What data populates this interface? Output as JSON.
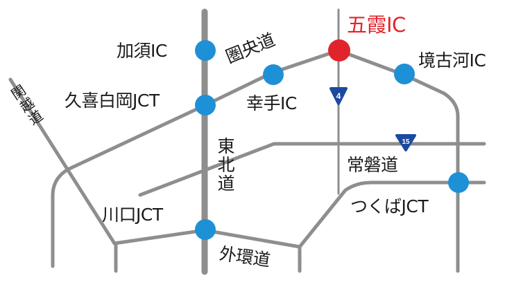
{
  "colors": {
    "road": "#8e8e8e",
    "node": "#1e90d6",
    "highlight_node": "#e0242b",
    "highlight_text": "#e0242b",
    "route_shield": "#1c4aa0",
    "text": "#1a1a1a",
    "background": "#ffffff"
  },
  "highlight": {
    "label": "五霞IC"
  },
  "interchanges": [
    {
      "label": "加須IC"
    },
    {
      "label": "久喜白岡JCT"
    },
    {
      "label": "幸手IC"
    },
    {
      "label": "境古河IC"
    },
    {
      "label": "つくばJCT"
    },
    {
      "label": "川口JCT"
    }
  ],
  "roads": {
    "kanetsu": "関越道",
    "kenodo": "圏央道",
    "tohoku": "東北道",
    "joban": "常磐道",
    "gaikan": "外環道"
  },
  "route_shields": [
    {
      "number": "4"
    },
    {
      "number": "15"
    }
  ]
}
